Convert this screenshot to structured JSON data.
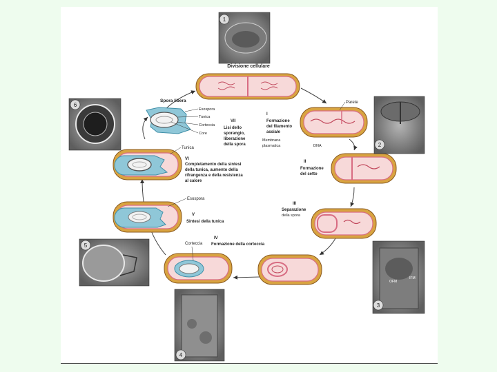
{
  "labels": {
    "divisione": "Divisione cellulare",
    "parete": "Parete",
    "i_num": "I",
    "i_1": "Formazione",
    "i_2": "del filamento",
    "i_3": "assiale",
    "membrana_1": "Membrana",
    "membrana_2": "plasmatica",
    "dna": "DNA",
    "ii_num": "II",
    "ii_1": "Formazione",
    "ii_2": "del setto",
    "iii_num": "III",
    "iii_1": "Separazione",
    "iii_2": "della spora",
    "iv_num": "IV",
    "iv_1": "Formazione della corteccia",
    "corteccia_left": "Corteccia",
    "v_num": "V",
    "v_1": "Sintesi della tunica",
    "esospora_v": "Esospora",
    "vi_num": "VI",
    "vi_1": "Completamento della sintesi",
    "vi_2": "della tunica, aumento della",
    "vi_3": "rifrangenza e della resistenza",
    "vi_4": "al calore",
    "tunica_vi": "Tunica",
    "vii_num": "VII",
    "vii_1": "Lisi dello",
    "vii_2": "sporangio,",
    "vii_3": "liberazione",
    "vii_4": "della spora",
    "spora_libera": "Spora libera",
    "esospora_top": "Esospora",
    "tunica_top": "Tunica",
    "corteccia_top": "Corteccia",
    "core": "Core",
    "ofm": "OFM",
    "ifm": "IFM",
    "photo_1": "1",
    "photo_2": "2",
    "photo_3": "3",
    "photo_4": "4",
    "photo_5": "5",
    "photo_6": "6"
  },
  "colors": {
    "page_background": "#eefcee",
    "cell_wall": "#d9a441",
    "cell_wall_outline": "#8a5a20",
    "cytoplasm": "#f7d9d9",
    "membrane": "#d86c82",
    "spore_blue": "#8fc7d8",
    "spore_core": "#f2f2f2",
    "micrograph": "#8a8a8a"
  }
}
